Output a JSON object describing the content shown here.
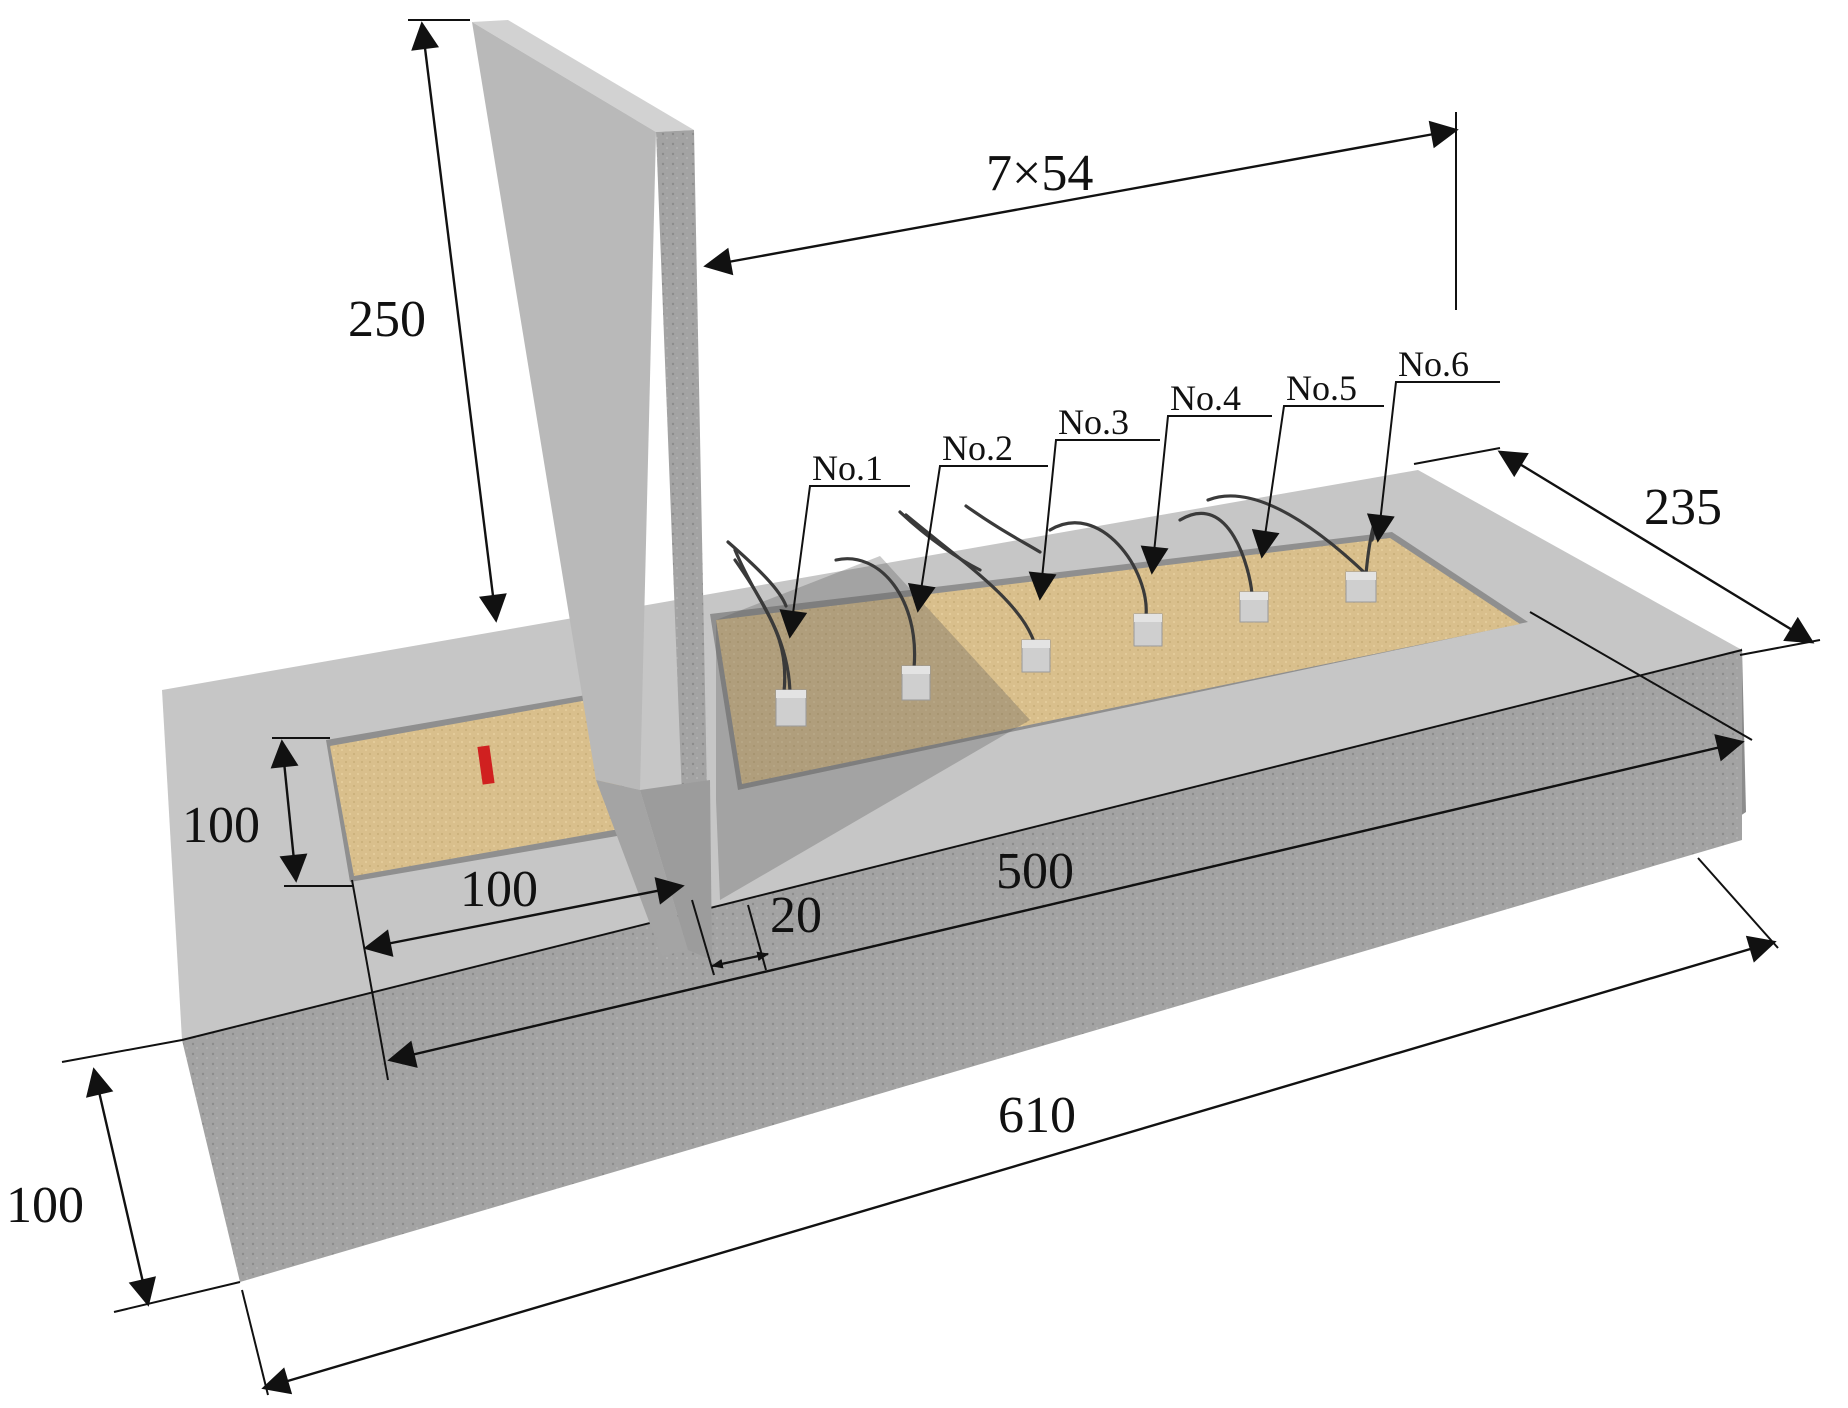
{
  "dimensions": {
    "wall_height": "250",
    "sensor_spacing": "7×54",
    "slab_width": "235",
    "slab_thickness": "100",
    "sand_width": "100",
    "sand_length_left": "100",
    "wall_thickness": "20",
    "sand_length_right": "500",
    "total_length": "610"
  },
  "sensors": [
    {
      "label": "No.1"
    },
    {
      "label": "No.2"
    },
    {
      "label": "No.3"
    },
    {
      "label": "No.4"
    },
    {
      "label": "No.5"
    },
    {
      "label": "No.6"
    }
  ],
  "colors": {
    "concrete_top": "#c4c4c4",
    "concrete_front": "#9e9e9e",
    "concrete_side": "#8f8f8f",
    "wall_face": "#b9b9b9",
    "wall_side": "#d4d4d4",
    "sand": "#d9bf8c",
    "sand_shadow": "#a8905f",
    "sensor_box": "#cfcfcf",
    "red_marker": "#d02020"
  }
}
